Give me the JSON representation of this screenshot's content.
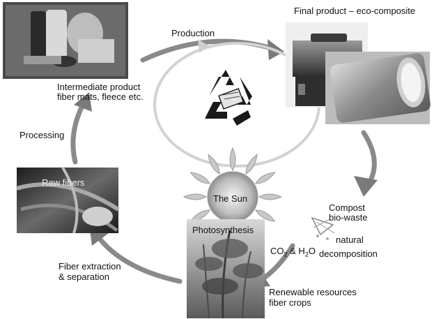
{
  "labels": {
    "production": "Production",
    "final_product": "Final product – eco-composite",
    "intermediate_line1": "Intermediate product",
    "intermediate_line2": "fiber mats, fleece etc.",
    "processing": "Processing",
    "raw_fibers": "Raw fibers",
    "the_sun": "The Sun",
    "photosynthesis": "Photosynthesis",
    "compost_line1": "Compost",
    "compost_line2": "bio-waste",
    "natural": "natural",
    "decomposition": "decomposition",
    "co2_prefix": "CO",
    "co2_sub": "2",
    "co2_mid": " & H",
    "h2o_sub": "2",
    "h2o_suffix": "O",
    "fiber_extraction_line1": "Fiber extraction",
    "fiber_extraction_line2": "& separation",
    "renewable_line1": "Renewable resources",
    "renewable_line2": "fiber crops"
  },
  "icons": [
    "recycle-icon",
    "sun-icon",
    "leaf-decomposition-icon"
  ]
}
